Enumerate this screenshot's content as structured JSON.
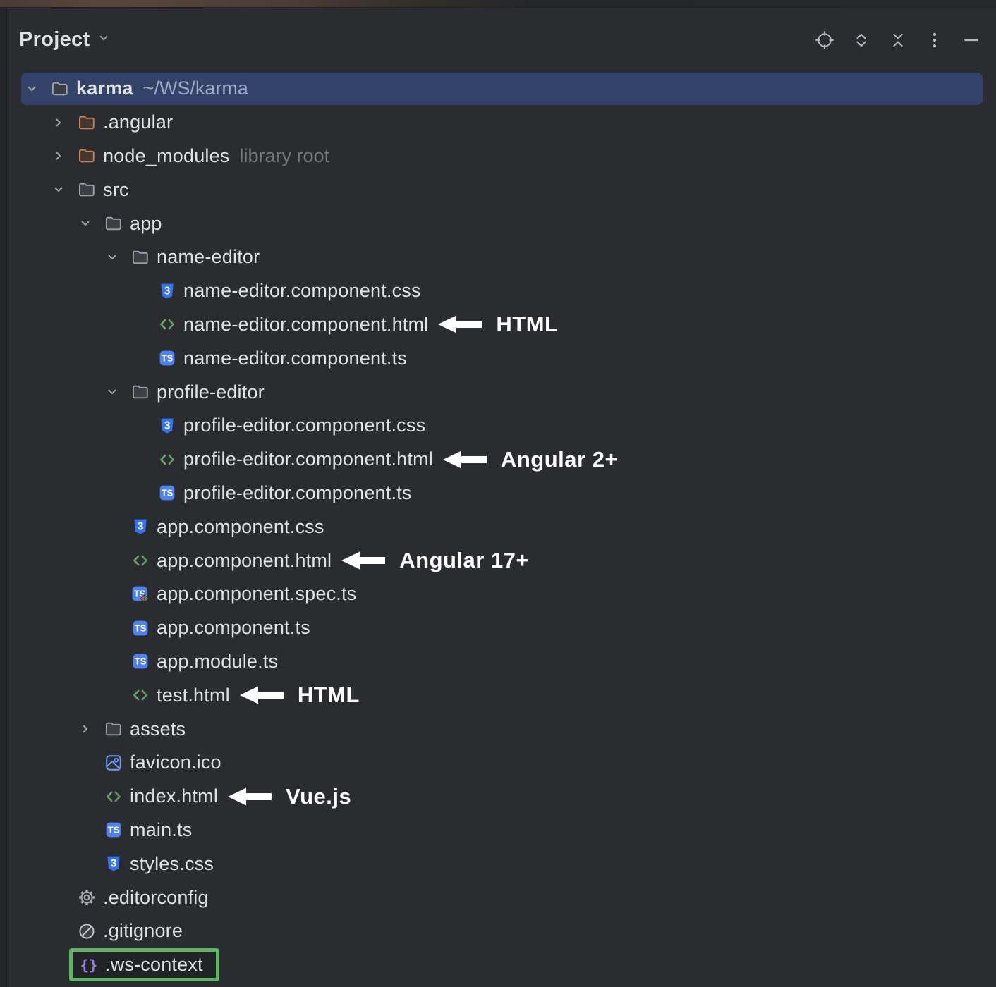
{
  "colors": {
    "panel_bg": "#2a2c30",
    "selection_bg": "#334269",
    "highlight_green": "#5fb565",
    "annotation_white": "#ffffff",
    "text_primary": "#dfe1e5",
    "text_secondary": "#74787f",
    "accent_blue": "#4d82f0",
    "css_shield_blue": "#3574f0",
    "html_tag_green": "#6aa66c",
    "braces_purple": "#9b7fd6",
    "excluded_folder_orange": "#bf8457"
  },
  "header": {
    "title": "Project",
    "actions": [
      {
        "name": "locate",
        "icon": "locate-icon"
      },
      {
        "name": "expand-all",
        "icon": "expand-all-icon"
      },
      {
        "name": "collapse-all",
        "icon": "collapse-all-icon"
      },
      {
        "name": "more-options",
        "icon": "kebab-icon"
      },
      {
        "name": "hide",
        "icon": "minimize-icon"
      }
    ]
  },
  "tree": {
    "rows": [
      {
        "id": "karma",
        "depth": 0,
        "icon": "folder",
        "chevron": "expanded",
        "label": "karma",
        "secondary": "~/WS/karma",
        "selected": true,
        "bold": true
      },
      {
        "id": "angular-dir",
        "depth": 1,
        "icon": "folder-excluded",
        "chevron": "collapsed",
        "label": ".angular"
      },
      {
        "id": "node-modules",
        "depth": 1,
        "icon": "folder-excluded",
        "chevron": "collapsed",
        "label": "node_modules",
        "secondary": "library root"
      },
      {
        "id": "src",
        "depth": 1,
        "icon": "folder",
        "chevron": "expanded",
        "label": "src"
      },
      {
        "id": "app",
        "depth": 2,
        "icon": "folder",
        "chevron": "expanded",
        "label": "app"
      },
      {
        "id": "name-editor",
        "depth": 3,
        "icon": "folder",
        "chevron": "expanded",
        "label": "name-editor"
      },
      {
        "id": "name-editor-css",
        "depth": 4,
        "icon": "css",
        "label": "name-editor.component.css"
      },
      {
        "id": "name-editor-html",
        "depth": 4,
        "icon": "html",
        "label": "name-editor.component.html",
        "annotation": "HTML"
      },
      {
        "id": "name-editor-ts",
        "depth": 4,
        "icon": "ts",
        "label": "name-editor.component.ts"
      },
      {
        "id": "profile-editor",
        "depth": 3,
        "icon": "folder",
        "chevron": "expanded",
        "label": "profile-editor"
      },
      {
        "id": "profile-editor-css",
        "depth": 4,
        "icon": "css",
        "label": "profile-editor.component.css"
      },
      {
        "id": "profile-editor-html",
        "depth": 4,
        "icon": "html",
        "label": "profile-editor.component.html",
        "annotation": "Angular 2+"
      },
      {
        "id": "profile-editor-ts",
        "depth": 4,
        "icon": "ts",
        "label": "profile-editor.component.ts"
      },
      {
        "id": "app-component-css",
        "depth": 3,
        "icon": "css",
        "label": "app.component.css"
      },
      {
        "id": "app-component-html",
        "depth": 3,
        "icon": "html",
        "label": "app.component.html",
        "annotation": "Angular 17+"
      },
      {
        "id": "app-component-spec-ts",
        "depth": 3,
        "icon": "ts-spec",
        "label": "app.component.spec.ts"
      },
      {
        "id": "app-component-ts",
        "depth": 3,
        "icon": "ts",
        "label": "app.component.ts"
      },
      {
        "id": "app-module-ts",
        "depth": 3,
        "icon": "ts",
        "label": "app.module.ts"
      },
      {
        "id": "test-html",
        "depth": 3,
        "icon": "html",
        "label": "test.html",
        "annotation": "HTML"
      },
      {
        "id": "assets",
        "depth": 2,
        "icon": "folder",
        "chevron": "collapsed",
        "label": "assets"
      },
      {
        "id": "favicon",
        "depth": 2,
        "icon": "image",
        "label": "favicon.ico"
      },
      {
        "id": "index-html",
        "depth": 2,
        "icon": "html",
        "label": "index.html",
        "annotation": "Vue.js"
      },
      {
        "id": "main-ts",
        "depth": 2,
        "icon": "ts",
        "label": "main.ts"
      },
      {
        "id": "styles-css",
        "depth": 2,
        "icon": "css",
        "label": "styles.css"
      },
      {
        "id": "editorconfig",
        "depth": 1,
        "icon": "gear",
        "label": ".editorconfig"
      },
      {
        "id": "gitignore",
        "depth": 1,
        "icon": "ignore",
        "label": ".gitignore"
      },
      {
        "id": "ws-context",
        "depth": 1,
        "icon": "braces",
        "label": ".ws-context",
        "highlighted": true
      }
    ]
  }
}
